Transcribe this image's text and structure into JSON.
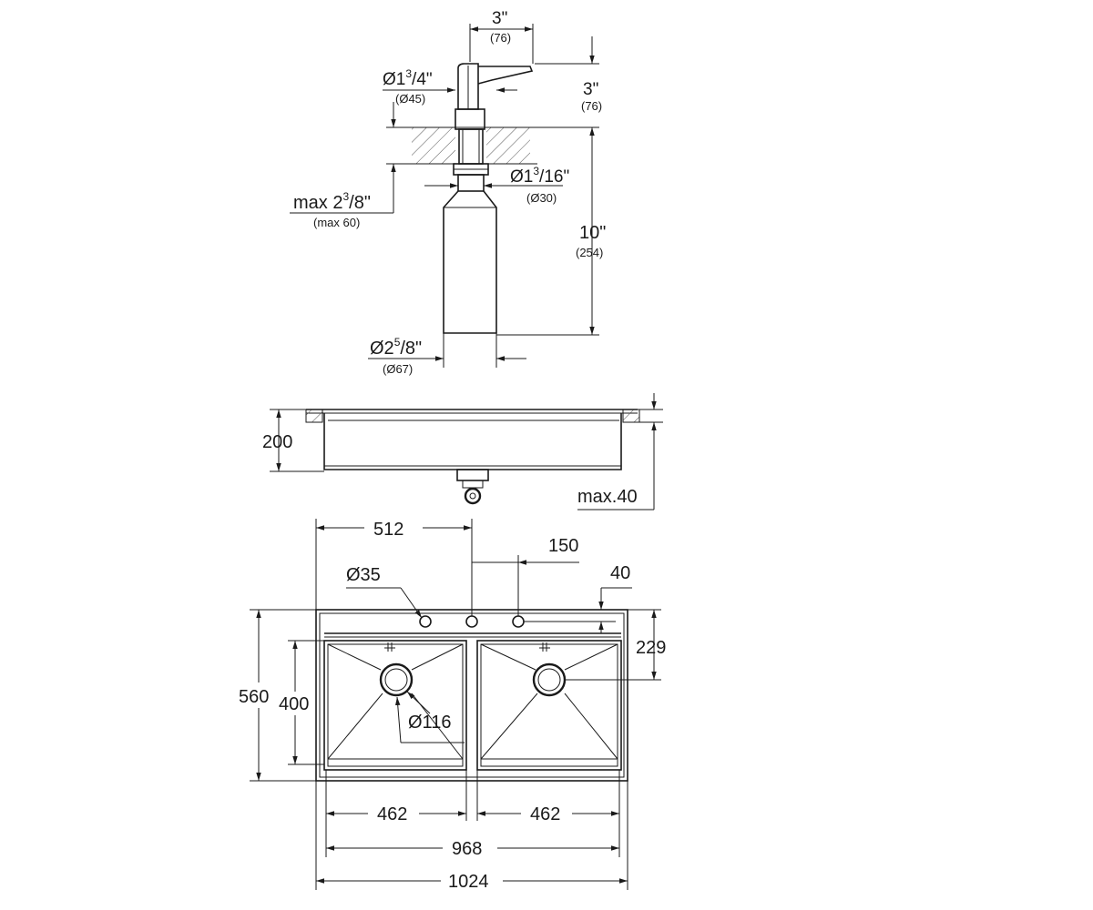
{
  "dispenser": {
    "head_width": {
      "inch": "3\"",
      "mm": "(76)"
    },
    "head_height": {
      "inch": "3\"",
      "mm": "(76)"
    },
    "collar_diameter": {
      "inch_main": "Ø1",
      "inch_frac_num": "3",
      "inch_frac_den": "/4\"",
      "mm": "(Ø45)"
    },
    "shank_diameter": {
      "inch_main": "Ø1",
      "inch_frac_num": "3",
      "inch_frac_den": "/16\"",
      "mm": "(Ø30)"
    },
    "max_thickness": {
      "inch_main": "max 2",
      "inch_frac_num": "3",
      "inch_frac_den": "/8\"",
      "mm": "(max 60)"
    },
    "bottle_length": {
      "inch": "10\"",
      "mm": "(254)"
    },
    "bottle_diameter": {
      "inch_main": "Ø2",
      "inch_frac_num": "5",
      "inch_frac_den": "/8\"",
      "mm": "(Ø67)"
    }
  },
  "sink_section": {
    "depth": "200",
    "max_counter": "max.40"
  },
  "sink_plan": {
    "tap_offset": "512",
    "hole_spacing": "150",
    "hole_diameter": "Ø35",
    "rim_offset": "40",
    "drain_offset": "229",
    "overall_depth": "560",
    "bowl_depth": "400",
    "drain_diameter": "Ø116",
    "bowl_left_width": "462",
    "bowl_right_width": "462",
    "inner_width": "968",
    "overall_width": "1024"
  }
}
